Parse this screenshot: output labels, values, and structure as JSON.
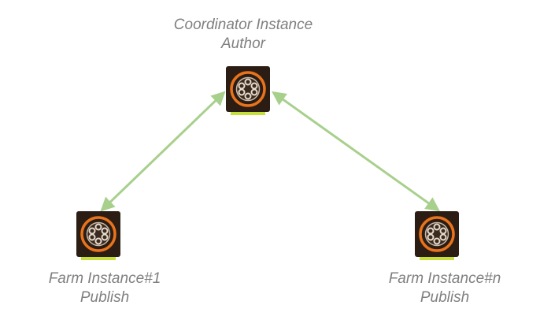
{
  "nodes": {
    "coordinator": {
      "title": "Coordinator Instance",
      "role": "Author",
      "icon": "aem-server-icon"
    },
    "farm1": {
      "title": "Farm Instance#1",
      "role": "Publish",
      "icon": "aem-server-icon"
    },
    "farmN": {
      "title": "Farm Instance#n",
      "role": "Publish",
      "icon": "aem-server-icon"
    }
  },
  "colors": {
    "connector": "#a8d08d",
    "label": "#7f7f7f",
    "icon_background": "#2b1d14",
    "icon_ring": "#e8731c",
    "icon_base": "#c6e03a"
  }
}
